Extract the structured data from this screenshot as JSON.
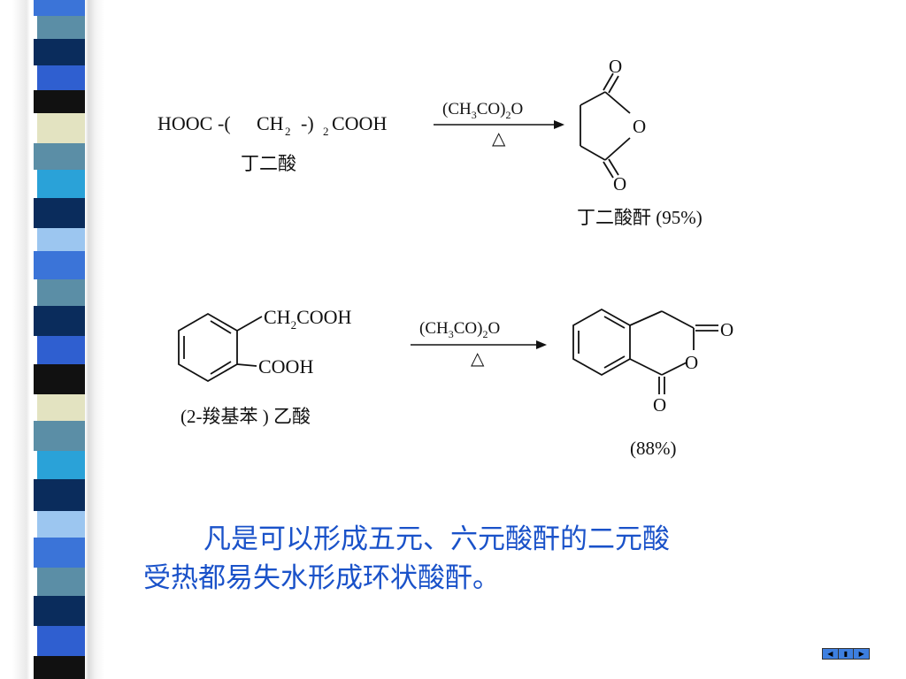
{
  "reaction1": {
    "reactant_formula": "HOOC",
    "reactant_mid": "CH",
    "reactant_sub2": "2",
    "reactant_n": "2",
    "reactant_end": "COOH",
    "reactant_name": "丁二酸",
    "reagent_a": "(CH",
    "reagent_sub3": "3",
    "reagent_b": "CO)",
    "reagent_sub2": "2",
    "reagent_c": "O",
    "condition": "△",
    "product_atom_o_top": "O",
    "product_atom_o_ring": "O",
    "product_atom_o_bottom": "O",
    "product_name": "丁二酸酐 (95%)"
  },
  "reaction2": {
    "sub_top": "CH",
    "sub_top_sub": "2",
    "sub_top_end": "COOH",
    "sub_bottom": "COOH",
    "reactant_name": "(2-羧基苯 ) 乙酸",
    "reagent_a": "(CH",
    "reagent_sub3": "3",
    "reagent_b": "CO)",
    "reagent_sub2": "2",
    "reagent_c": "O",
    "condition": "△",
    "product_atom_o_exo1": "O",
    "product_atom_o_ring": "O",
    "product_atom_o_exo2": "O",
    "product_yield": "(88%)"
  },
  "caption": {
    "line1": "凡是可以形成五元、六元酸酐的二元酸",
    "line2": "受热都易失水形成环状酸酐。"
  },
  "nav": {
    "prev": "◀",
    "home": "▮",
    "next": "▶"
  },
  "colors": {
    "caption": "#1a52c9",
    "stripes": [
      "#3b74d8",
      "#5b8ea6",
      "#0a2c5c",
      "#2f5fd0",
      "#111111",
      "#e3e3c1",
      "#5b8ea6",
      "#2aa2d8",
      "#0a2c5c",
      "#9cc6f0"
    ]
  }
}
